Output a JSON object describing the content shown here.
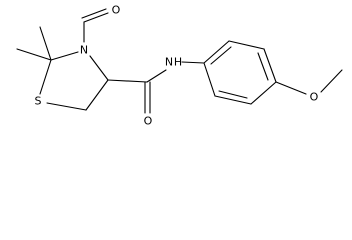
{
  "molecule": {
    "atoms": {
      "oxygen_formyl": "O",
      "nitrogen_ring": "N",
      "sulfur_ring": "S",
      "nitrogen_amide": "N",
      "hydrogen_amide": "H",
      "oxygen_amide": "O",
      "oxygen_methoxy": "O"
    }
  }
}
